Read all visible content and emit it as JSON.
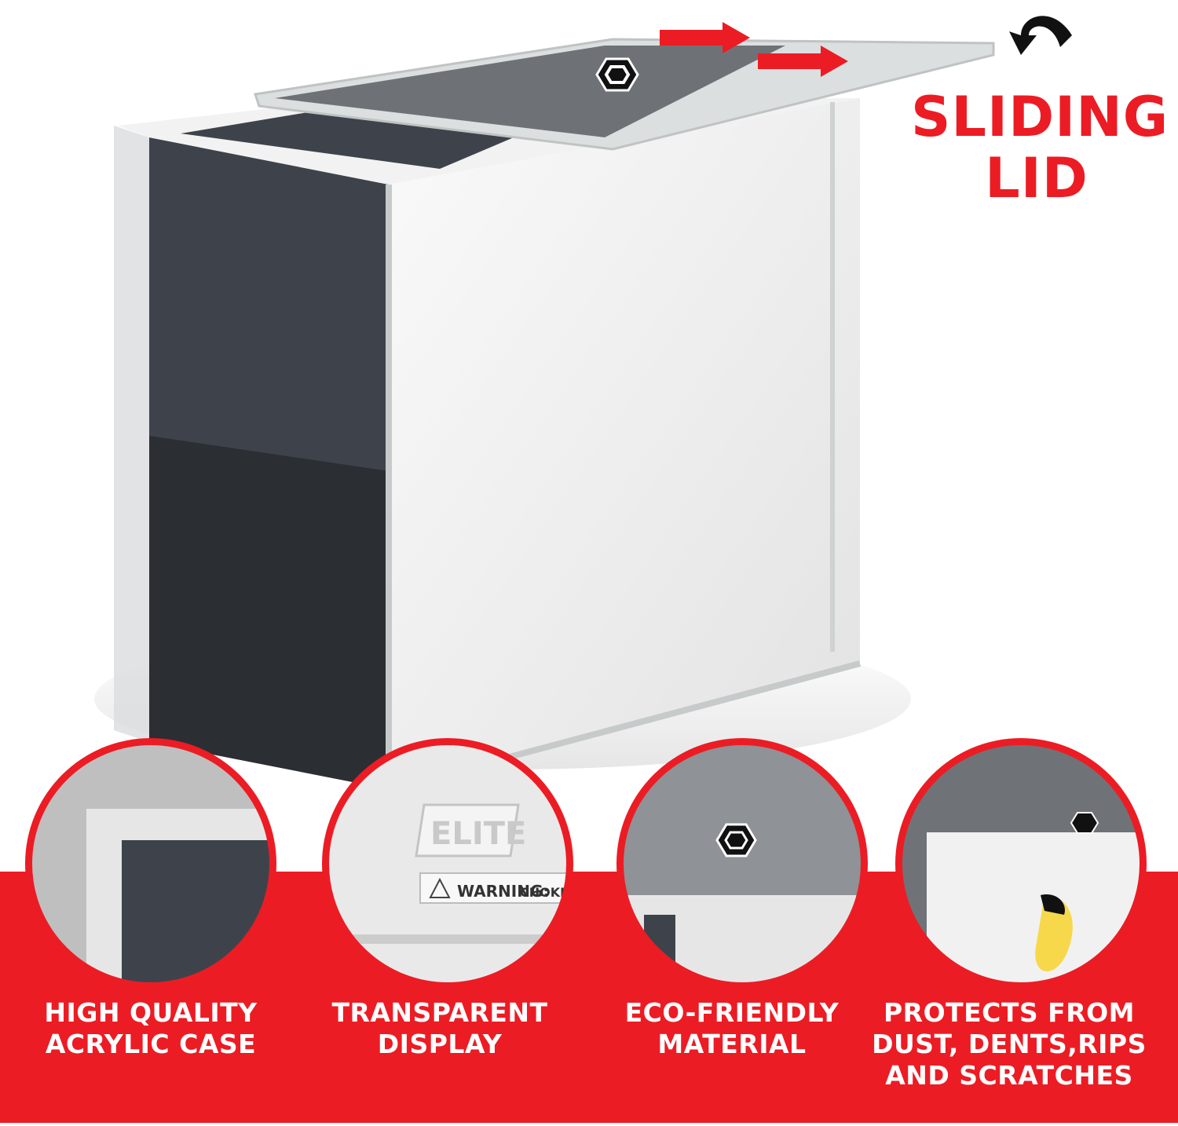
{
  "colors": {
    "brand_red": "#ec1c24",
    "band_red": "#ec1c24",
    "white": "#ffffff",
    "panel_dark": "#3e434b",
    "panel_light": "#ececec"
  },
  "heading": {
    "line1": "SLIDING",
    "line2": "LID"
  },
  "icons": [
    "curved-arrow-icon",
    "red-arrow-icon",
    "brand-logo-icon"
  ],
  "features": [
    {
      "line1": "HIGH QUALITY",
      "line2": "ACRYLIC CASE"
    },
    {
      "line1": "TRANSPARENT",
      "line2": "DISPLAY"
    },
    {
      "line1": "ECO-FRIENDLY",
      "line2": "MATERIAL"
    },
    {
      "line1": "PROTECTS FROM",
      "line2": "DUST, DENTS,RIPS",
      "line3": "AND SCRATCHES"
    }
  ],
  "closeups": {
    "elite_label": "ELITE",
    "warning_label": "WARNING:",
    "warning_cut": "CHOKI"
  }
}
